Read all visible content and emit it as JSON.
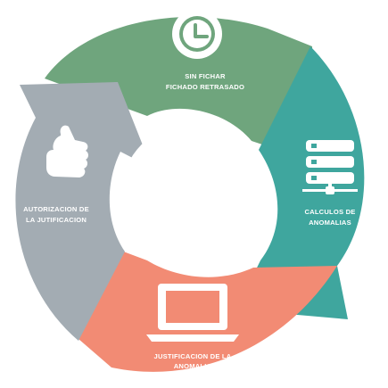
{
  "diagram": {
    "type": "cycle",
    "segments": [
      {
        "id": "sin-fichar",
        "label_lines": [
          "SIN FICHAR",
          "FICHADO RETRASADO"
        ],
        "icon": "clock-icon",
        "color": "#6fa57d"
      },
      {
        "id": "calculos",
        "label_lines": [
          "CALCULOS DE",
          "ANOMALIAS"
        ],
        "icon": "server-network-icon",
        "color": "#3fa69e"
      },
      {
        "id": "justificacion",
        "label_lines": [
          "JUSTIFICACION DE LA",
          "ANOMALIA"
        ],
        "icon": "laptop-icon",
        "color": "#f28b74"
      },
      {
        "id": "autorizacion",
        "label_lines": [
          "AUTORIZACION DE",
          "LA JUTIFICACION"
        ],
        "icon": "thumbs-up-icon",
        "color": "#a3acb3"
      }
    ]
  }
}
